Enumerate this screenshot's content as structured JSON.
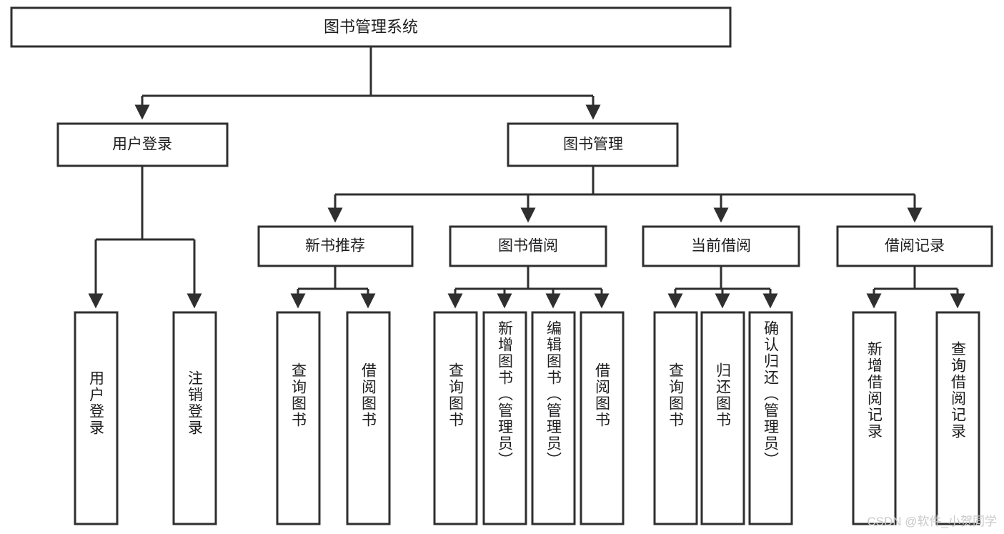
{
  "diagram": {
    "title": "图书管理系统",
    "type": "tree-diagram",
    "root": {
      "label": "图书管理系统"
    },
    "level2": [
      {
        "label": "用户登录"
      },
      {
        "label": "图书管理"
      }
    ],
    "level3": [
      {
        "label": "新书推荐"
      },
      {
        "label": "图书借阅"
      },
      {
        "label": "当前借阅"
      },
      {
        "label": "借阅记录"
      }
    ],
    "leaves": {
      "user_login": [
        {
          "label": "用户登录"
        },
        {
          "label": "注销登录"
        }
      ],
      "new_book_recommend": [
        {
          "label": "查询图书"
        },
        {
          "label": "借阅图书"
        }
      ],
      "book_borrow": [
        {
          "label": "查询图书"
        },
        {
          "label": "新增图书（管理员）"
        },
        {
          "label": "编辑图书（管理员）"
        },
        {
          "label": "借阅图书"
        }
      ],
      "current_borrow": [
        {
          "label": "查询图书"
        },
        {
          "label": "归还图书"
        },
        {
          "label": "确认归还（管理员）"
        }
      ],
      "borrow_record": [
        {
          "label": "新增借阅记录"
        },
        {
          "label": "查询借阅记录"
        }
      ]
    }
  },
  "watermark": {
    "text": "CSDN @软件_小贺同学"
  },
  "colors": {
    "stroke": "#2f2f2f",
    "fill": "#ffffff",
    "text": "#1d1d1f",
    "watermark": "#c9c9c9"
  }
}
